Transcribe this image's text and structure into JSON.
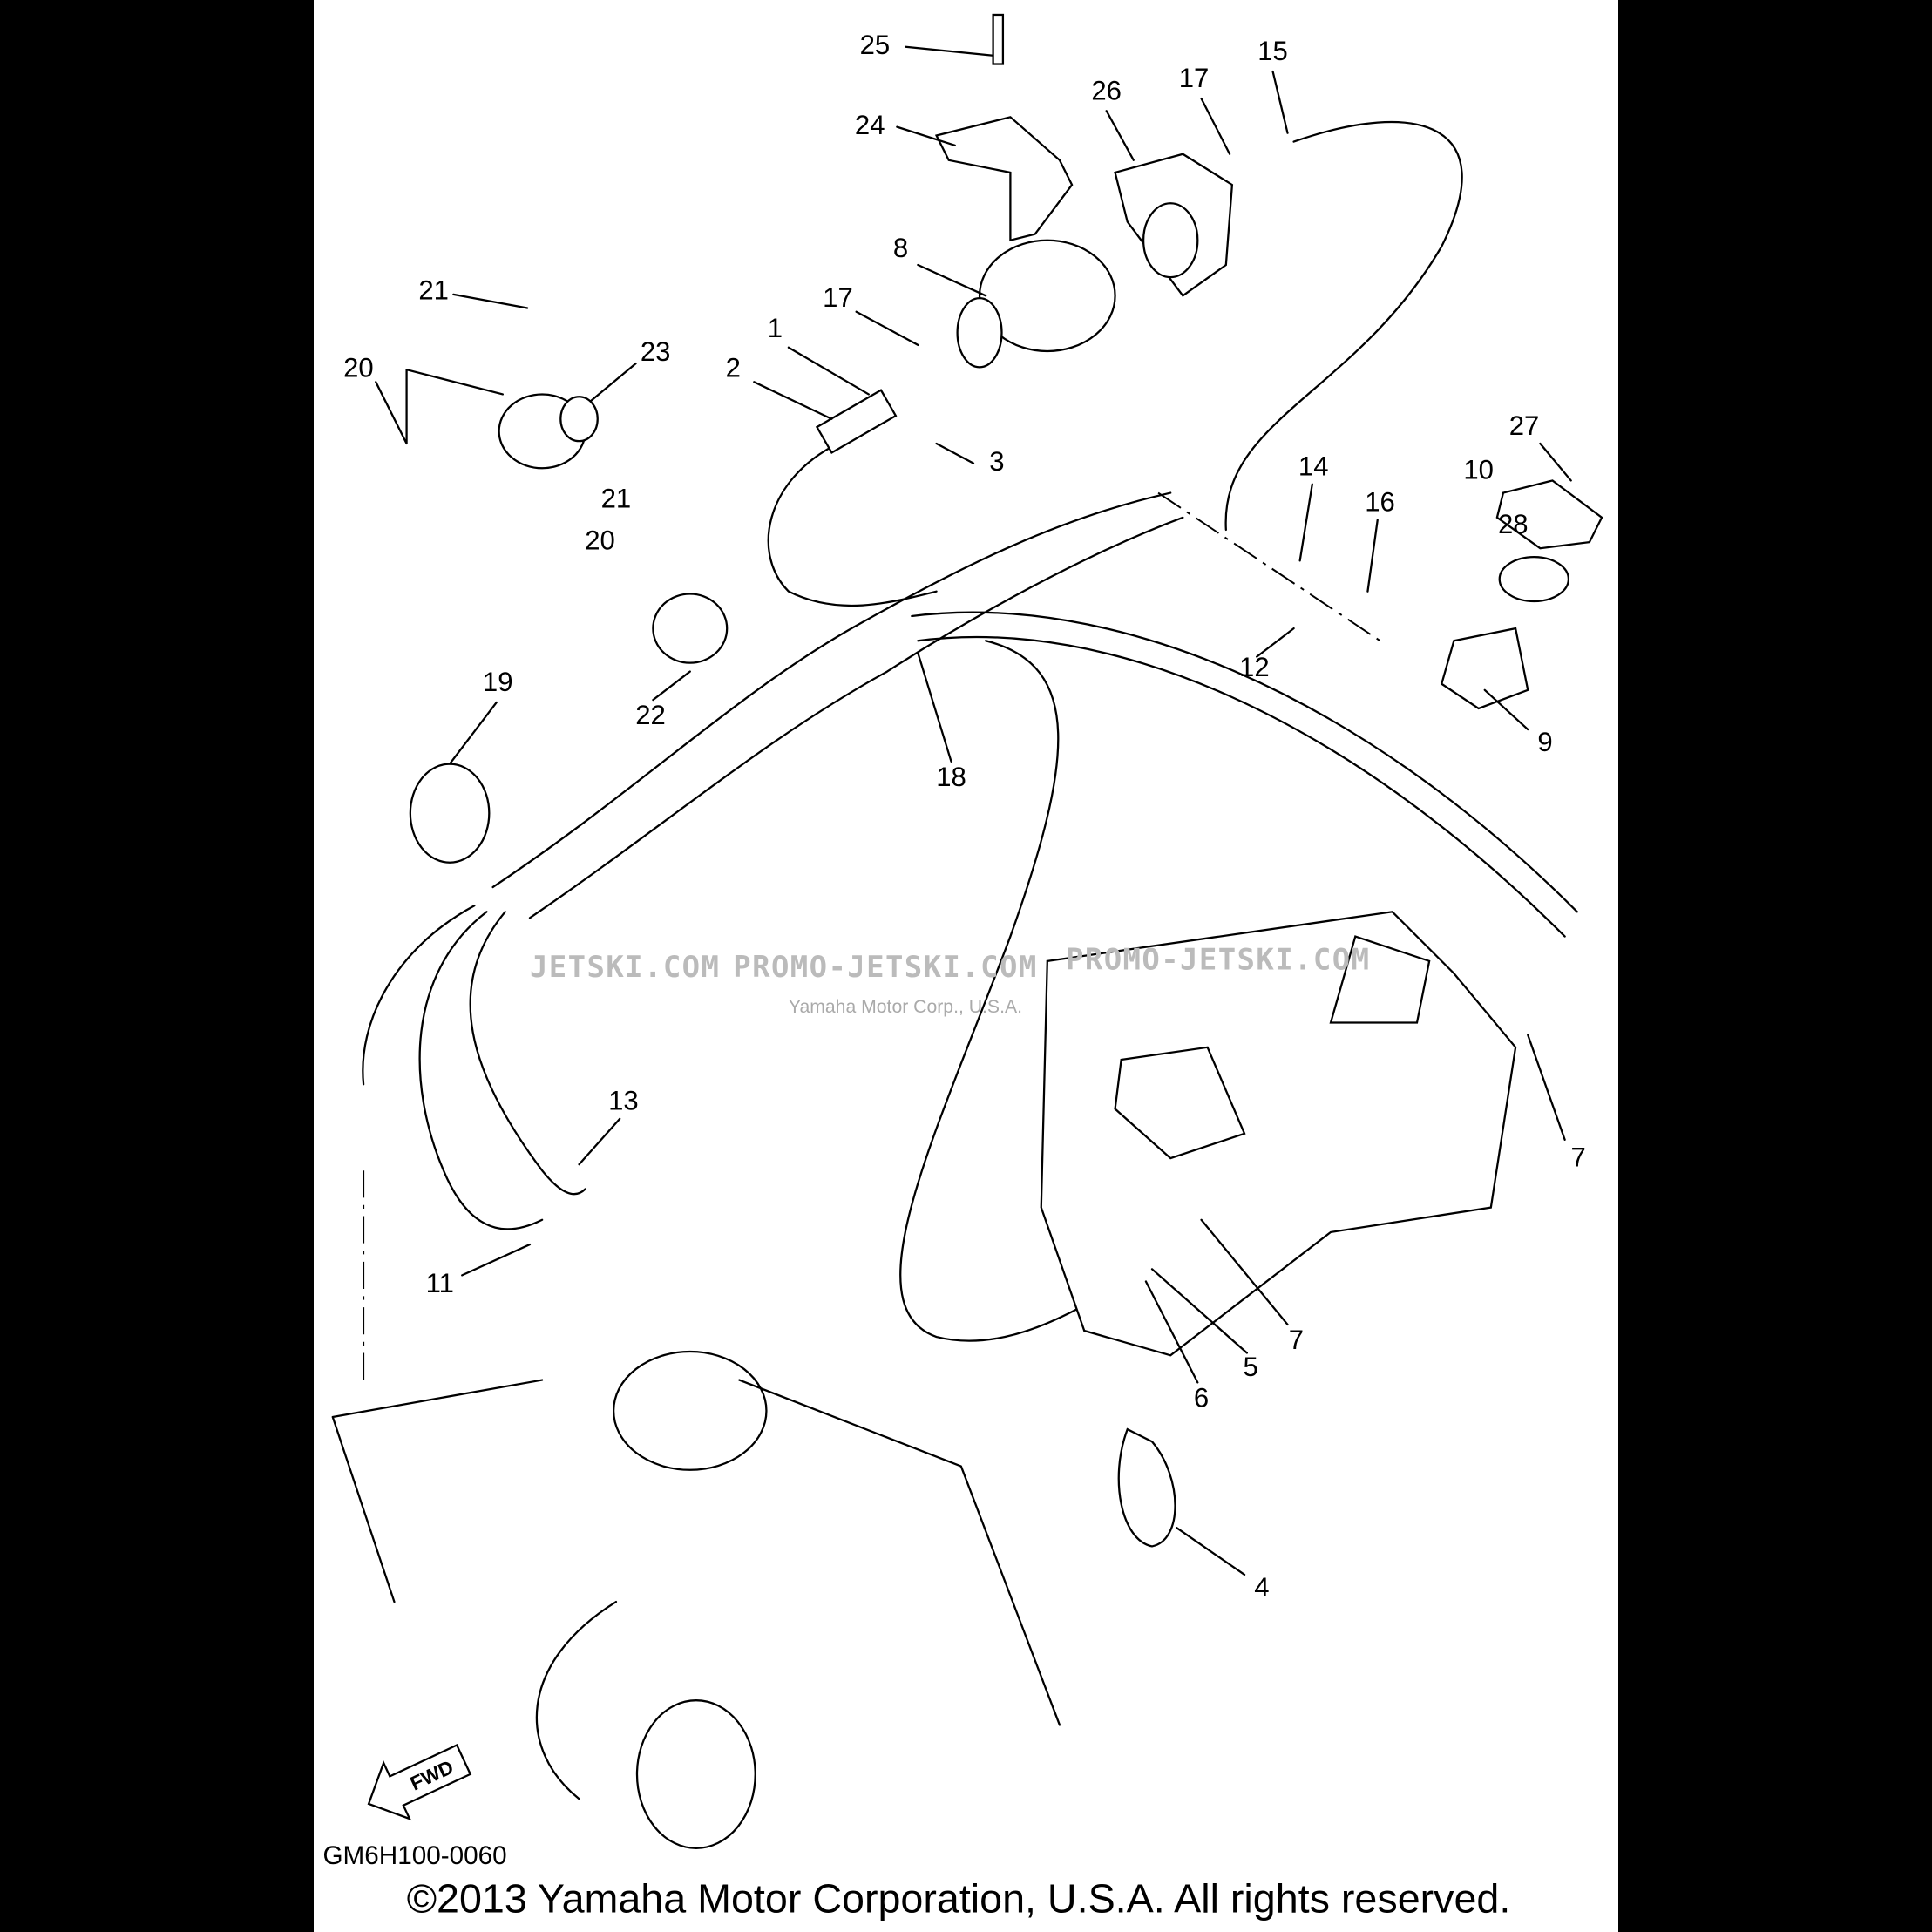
{
  "diagram": {
    "part_code": "GM6H100-0060",
    "copyright": "©2013 Yamaha Motor Corporation, U.S.A. All rights reserved.",
    "fwd_label": "FWD",
    "watermark": {
      "left": "JETSKI.COM",
      "middle": "PROMO-JETSKI.COM",
      "right": "PROMO-JETSKI.COM",
      "overlay": "Yamaha Motor Corp., U.S.A."
    },
    "callouts": [
      "25",
      "15",
      "17",
      "26",
      "24",
      "8",
      "17",
      "1",
      "21",
      "20",
      "23",
      "2",
      "3",
      "27",
      "10",
      "14",
      "16",
      "28",
      "21",
      "20",
      "12",
      "9",
      "19",
      "22",
      "18",
      "7",
      "13",
      "11",
      "7",
      "5",
      "6",
      "4"
    ]
  }
}
